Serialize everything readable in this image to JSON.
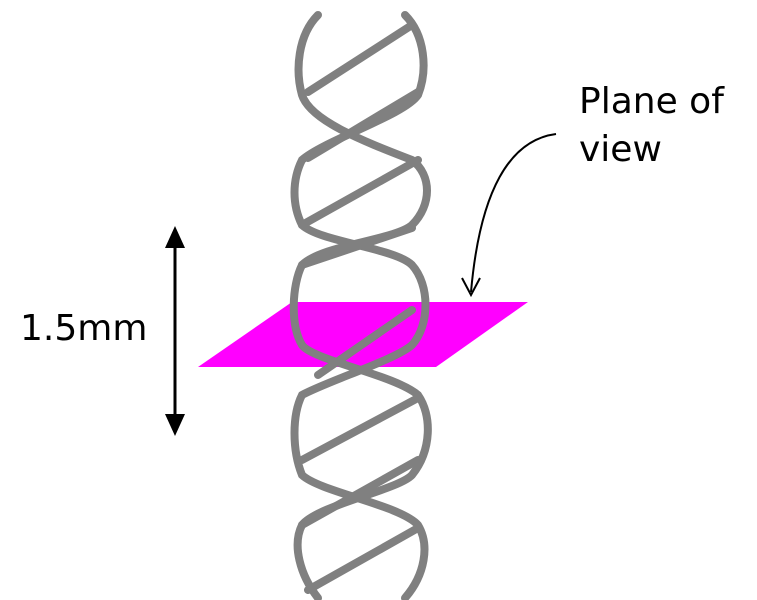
{
  "annotations": {
    "plane_label_line1": "Plane of",
    "plane_label_line2": "view",
    "dimension_label": "1.5mm"
  },
  "colors": {
    "strand": "#808080",
    "plane": "#ff00ff",
    "arrow": "#000000"
  },
  "icons": {
    "dimension": "double-headed-arrow-icon",
    "pointer": "curved-arrow-icon"
  }
}
